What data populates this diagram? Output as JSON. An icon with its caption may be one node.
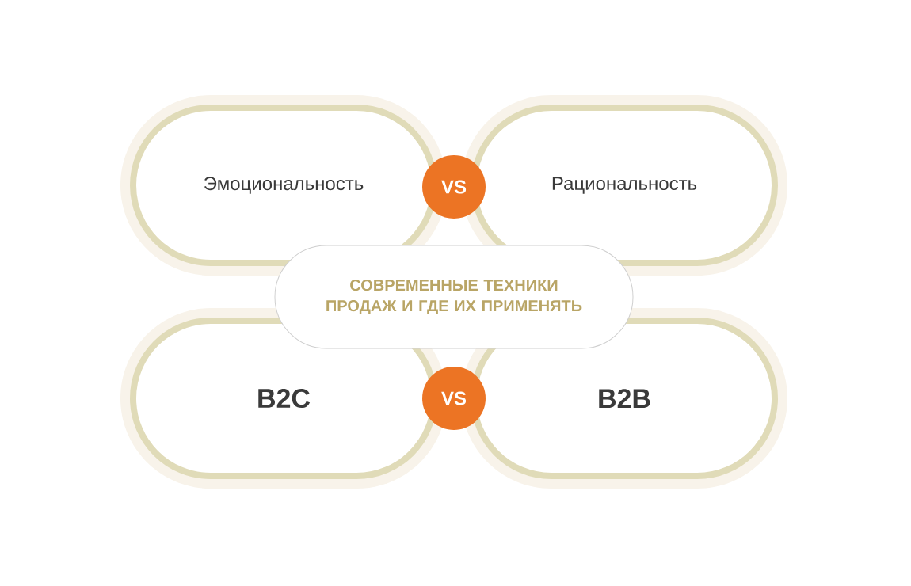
{
  "diagram": {
    "nodes": [
      {
        "text": [
          "Эмоциональность"
        ]
      },
      {
        "text": [
          "VS"
        ]
      },
      {
        "text": [
          "Рациональность"
        ]
      },
      {
        "text": [
          "СОВРЕМЕННЫЕ ТЕХНИКИ ПРОДАЖ И ГДЕ ИХ ПРИМЕНЯТЬ"
        ]
      },
      {
        "text": [
          "B2C"
        ]
      },
      {
        "text": [
          "VS"
        ]
      },
      {
        "text": [
          "B2B"
        ]
      }
    ]
  }
}
